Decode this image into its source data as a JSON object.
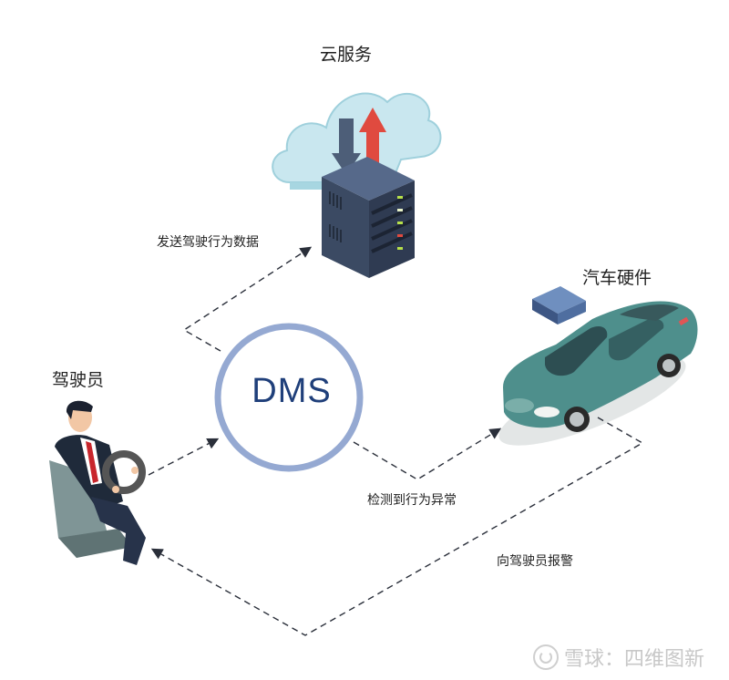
{
  "diagram": {
    "nodes": {
      "cloud": {
        "label": "云服务"
      },
      "dms": {
        "label": "DMS"
      },
      "car": {
        "label": "汽车硬件"
      },
      "driver": {
        "label": "驾驶员"
      }
    },
    "edges": [
      {
        "from": "DMS",
        "to": "云服务",
        "label": "发送驾驶行为数据"
      },
      {
        "from": "驾驶员",
        "to": "DMS",
        "label": ""
      },
      {
        "from": "DMS",
        "to": "汽车硬件",
        "label": "检测到行为异常"
      },
      {
        "from": "汽车硬件",
        "to": "驾驶员",
        "label": "向驾驶员报警"
      }
    ]
  },
  "colors": {
    "dms_ring": "#95a9d2",
    "dms_text": "#1f3f7a",
    "car_body": "#4e8f8c",
    "server": "#3b4a63",
    "cloud": "#c9e7ef",
    "arrow_up": "#e04a3f",
    "arrow_down": "#4d5e78"
  },
  "watermark": {
    "text": "雪球：四维图新"
  }
}
